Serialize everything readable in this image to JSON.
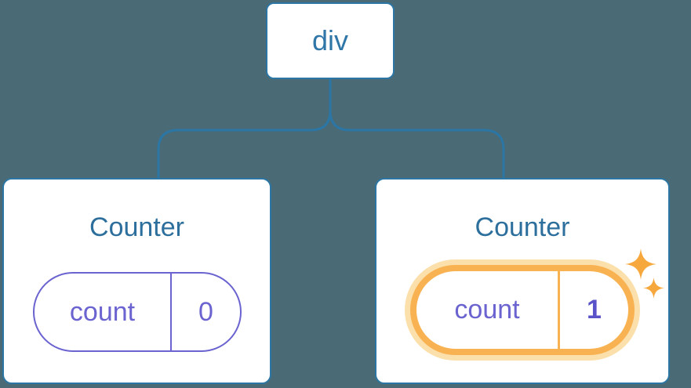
{
  "diagram": {
    "type": "react-component-tree",
    "root": {
      "label": "div"
    },
    "children": [
      {
        "title": "Counter",
        "state": {
          "key": "count",
          "value": "0"
        },
        "highlighted": false
      },
      {
        "title": "Counter",
        "state": {
          "key": "count",
          "value": "1"
        },
        "highlighted": true
      }
    ],
    "icons": [
      "sparkle-icon-large",
      "sparkle-icon-small"
    ],
    "colors": {
      "background": "#4A6A75",
      "connector_blue": "#2B76A4",
      "root_label_blue": "#3077A8",
      "title_blue": "#2D6F9C",
      "state_purple": "#6A63D0",
      "state_value_bold_purple": "#5A52C8",
      "highlight_orange": "#F8B251",
      "highlight_halo_orange": "#FBE0AC",
      "sparkle_orange": "#F6A83C",
      "card_white": "#FFFFFF"
    }
  }
}
